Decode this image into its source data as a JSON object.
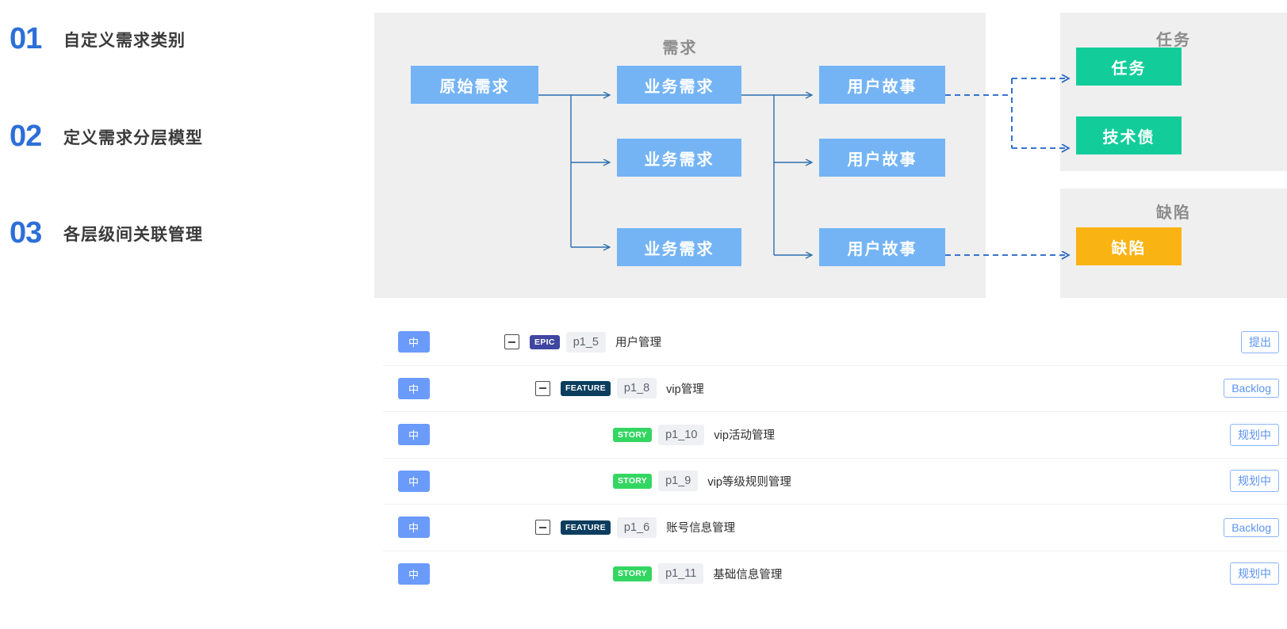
{
  "steps": [
    {
      "num": "01",
      "label": "自定义需求类别"
    },
    {
      "num": "02",
      "label": "定义需求分层模型"
    },
    {
      "num": "03",
      "label": "各层级间关联管理"
    }
  ],
  "diagram": {
    "panels": {
      "requirement_title": "需求",
      "task_title": "任务",
      "defect_title": "缺陷"
    },
    "nodes": {
      "raw": "原始需求",
      "biz_0": "业务需求",
      "biz_1": "业务需求",
      "biz_2": "业务需求",
      "story_0": "用户故事",
      "story_1": "用户故事",
      "story_2": "用户故事",
      "task": "任务",
      "techdebt": "技术债",
      "defect": "缺陷"
    },
    "colors": {
      "panel_bg": "#efefef",
      "requirement_node": "#74B4F5",
      "task_node": "#12CD9A",
      "defect_node": "#F9B313",
      "solid_arrow": "#2C6FAD",
      "dashed_arrow": "#1F62C4",
      "title_text": "#8c8c8c"
    }
  },
  "table": {
    "rows": [
      {
        "priority": "中",
        "collapse": true,
        "type": "EPIC",
        "code": "p1_5",
        "title": "用户管理",
        "status": "提出",
        "indent": 153
      },
      {
        "priority": "中",
        "collapse": true,
        "type": "FEATURE",
        "code": "p1_8",
        "title": "vip管理",
        "status": "Backlog",
        "indent": 192
      },
      {
        "priority": "中",
        "collapse": false,
        "type": "STORY",
        "code": "p1_10",
        "title": "vip活动管理",
        "status": "规划中",
        "indent": 290
      },
      {
        "priority": "中",
        "collapse": false,
        "type": "STORY",
        "code": "p1_9",
        "title": "vip等级规则管理",
        "status": "规划中",
        "indent": 290
      },
      {
        "priority": "中",
        "collapse": true,
        "type": "FEATURE",
        "code": "p1_6",
        "title": "账号信息管理",
        "status": "Backlog",
        "indent": 192
      },
      {
        "priority": "中",
        "collapse": false,
        "type": "STORY",
        "code": "p1_11",
        "title": "基础信息管理",
        "status": "规划中",
        "indent": 290
      }
    ],
    "colors": {
      "priority_badge": "#6B9BFA",
      "epic_badge": "#3F46A0",
      "feature_badge": "#0C3D5E",
      "story_badge": "#34D662",
      "code_badge_bg": "#eff0f3",
      "status_border": "#8BB4F7",
      "status_text": "#5A93F2",
      "row_divider": "#eef0f4"
    }
  }
}
